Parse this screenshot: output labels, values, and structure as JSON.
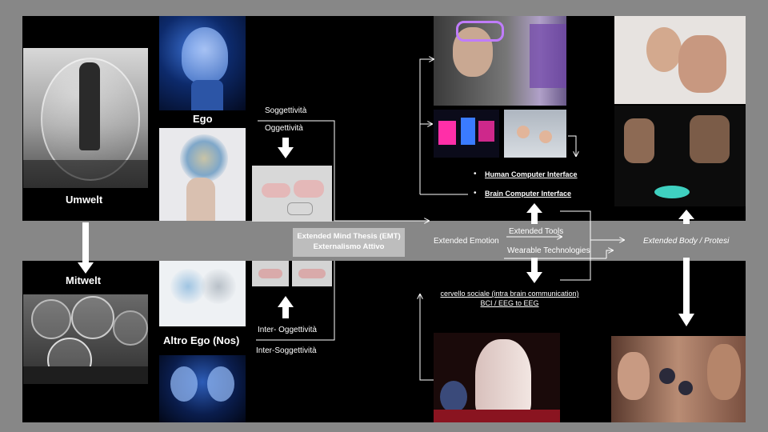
{
  "nodes": {
    "umwelt": "Umwelt",
    "mitwelt": "Mitwelt",
    "ego": "Ego",
    "altro_ego": "Altro Ego (Nos)",
    "soggettivita": "Soggettività",
    "oggettivita": "Oggettività",
    "inter_oggettivita": "Inter- Oggettività",
    "inter_soggettivita": "Inter-Soggettività",
    "emt_line1": "Extended Mind Thesis (EMT)",
    "emt_line2": "Externalismo  Attivo",
    "extended_emotion": "Extended Emotion",
    "extended_tools": "Extended  Tools",
    "wearable": "Wearable Technologies",
    "extended_body": "Extended  Body / Protesi",
    "hci": "Human Computer Interface",
    "bci": "Brain   Computer   Interface",
    "bullet": "•",
    "cervello_line1": "cervello sociale   (intra brain communication)",
    "cervello_line2": "BCI / EEG to EEG"
  },
  "colors": {
    "background": "#000000",
    "band": "#878787",
    "emt_box": "#bdbdbd",
    "arrow": "#ffffff"
  }
}
